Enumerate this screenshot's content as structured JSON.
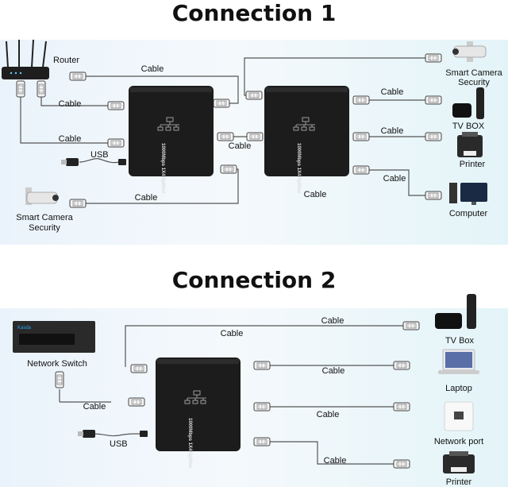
{
  "connection1": {
    "title": "Connection 1",
    "labels": {
      "router": "Router",
      "camera_top": [
        "Smart Camera",
        "Security"
      ],
      "camera_left": [
        "Smart Camera",
        "Security"
      ],
      "tvbox": "TV BOX",
      "printer": "Printer",
      "computer": "Computer",
      "usb": "USB"
    },
    "cables": [
      "Cable",
      "Cable",
      "Cable",
      "Cable",
      "Cable",
      "Cable",
      "Cable",
      "Cable",
      "Cable"
    ],
    "splitter_text": "1000Mbps 1X4 Splitter"
  },
  "connection2": {
    "title": "Connection 2",
    "labels": {
      "switch": "Network Switch",
      "tvbox": "TV Box",
      "laptop": "Laptop",
      "network_port": "Network port",
      "printer": "Printer",
      "usb": "USB",
      "switch_brand": "Kasda"
    },
    "cables": [
      "Cable",
      "Cable",
      "Cable",
      "Cable",
      "Cable",
      "Cable"
    ],
    "splitter_text": "1000Mbps 1X4 Splitter"
  },
  "colors": {
    "splitter": "#1c1c1c",
    "cable": "#555555",
    "connector": "#f4f4f4"
  }
}
